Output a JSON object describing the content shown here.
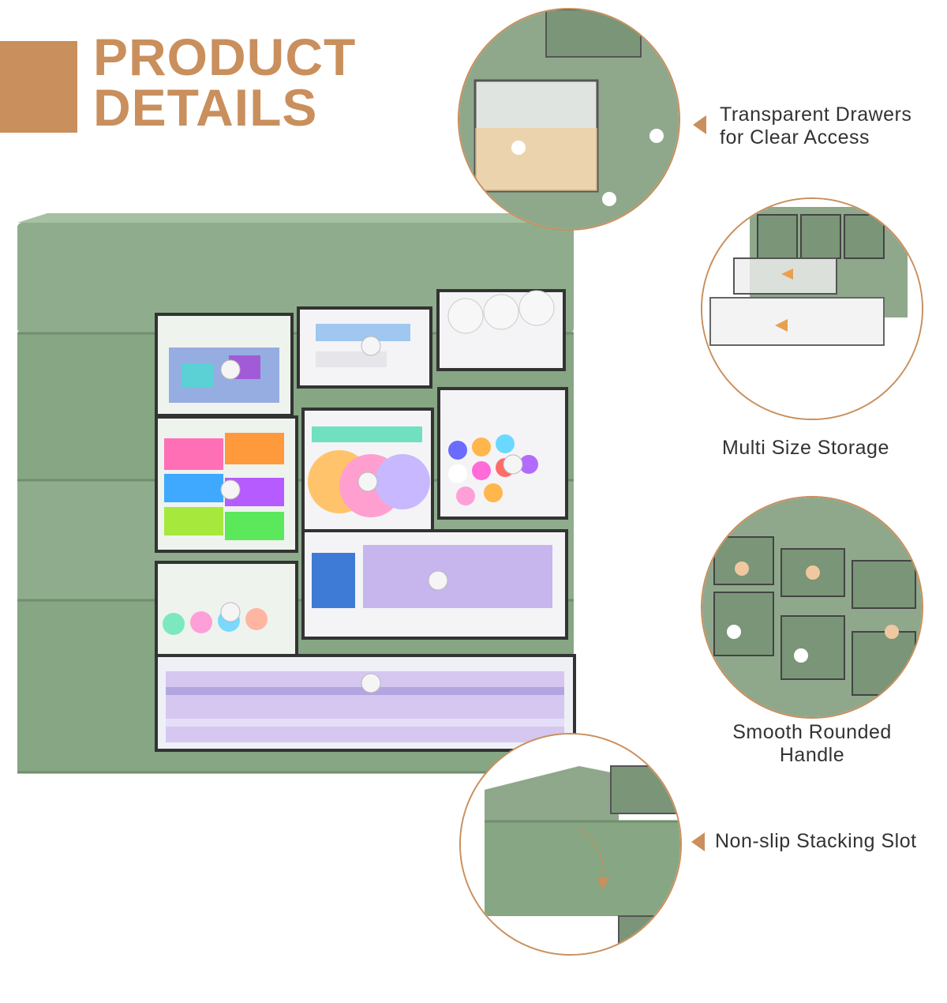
{
  "heading": {
    "line1": "PRODUCT",
    "line2": "DETAILS"
  },
  "features": [
    {
      "line1": "Transparent Drawers",
      "line2": "for Clear Access"
    },
    {
      "line1": "Multi Size Storage"
    },
    {
      "line1": "Smooth Rounded",
      "line2": "Handle"
    },
    {
      "line1": "Non-slip Stacking Slot"
    }
  ],
  "colors": {
    "accent": "#c98f5c",
    "organizer_green": "#8fad8d",
    "organizer_dark": "#6f8f6d"
  }
}
